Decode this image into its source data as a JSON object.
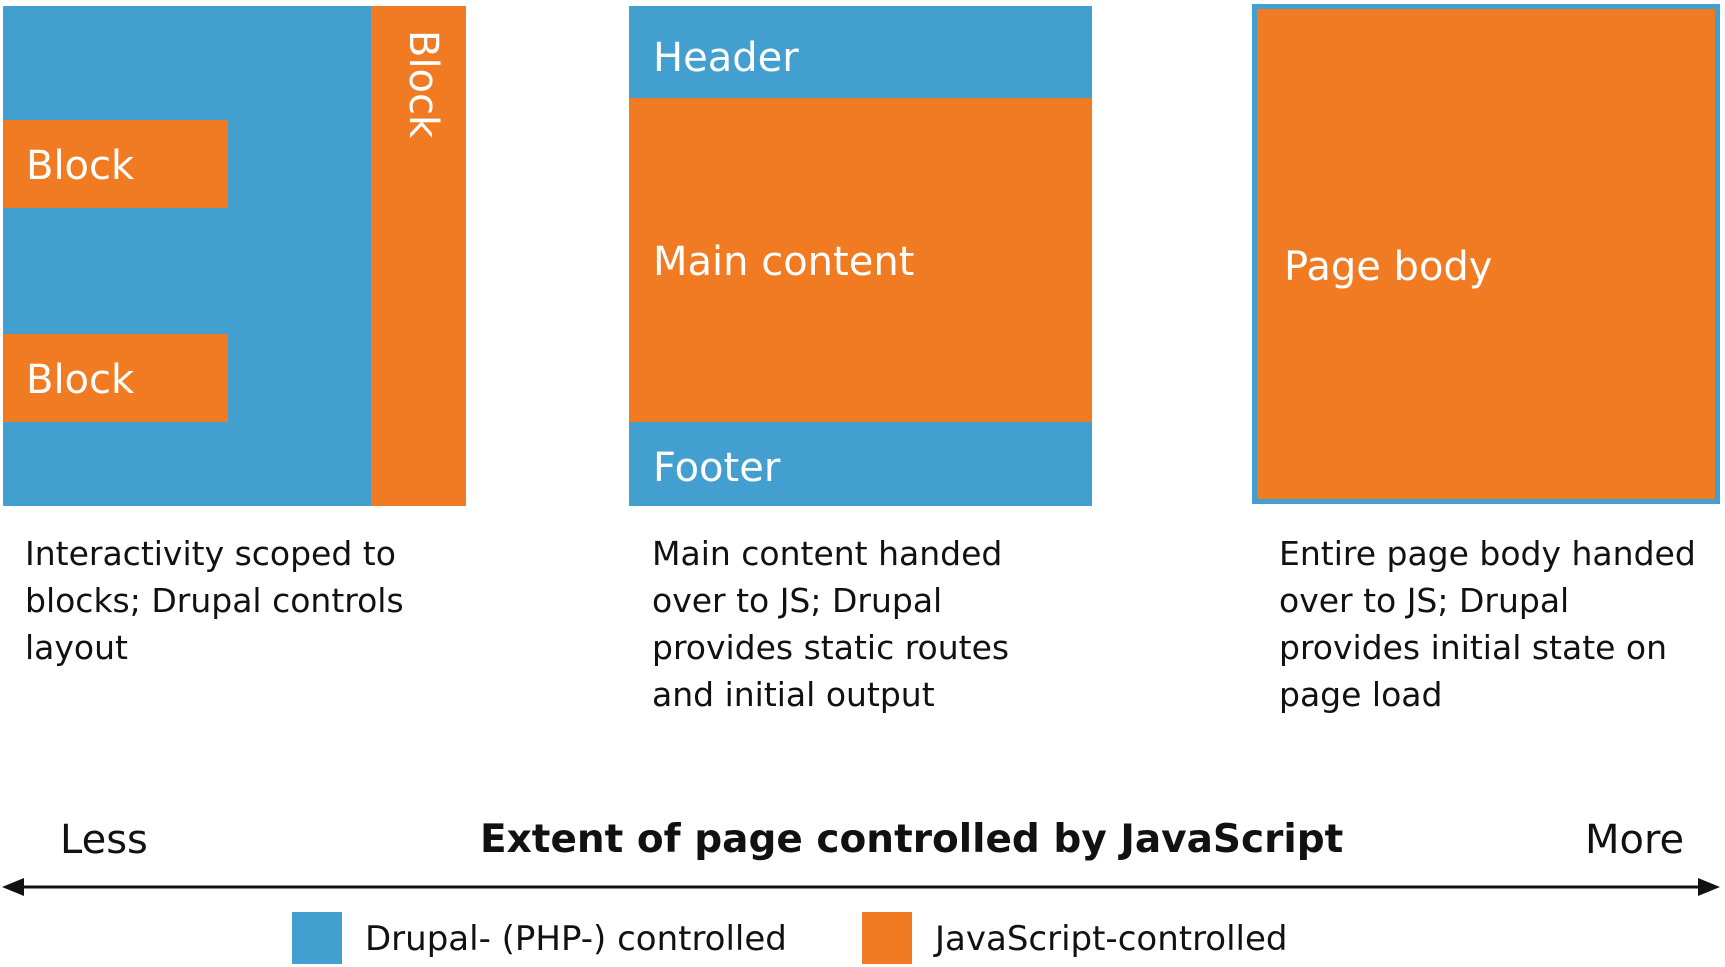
{
  "colors": {
    "drupal": "#439fcf",
    "javascript": "#f07b22"
  },
  "panel1": {
    "block_right_label": "Block",
    "block_top_label": "Block",
    "block_bottom_label": "Block",
    "description": "Interactivity scoped to blocks; Drupal controls layout"
  },
  "panel2": {
    "header_label": "Header",
    "main_label": "Main content",
    "footer_label": "Footer",
    "description": "Main content handed over to JS; Drupal provides static routes and initial output"
  },
  "panel3": {
    "body_label": "Page body",
    "description": "Entire page body handed over to JS; Drupal provides initial state on page load"
  },
  "axis": {
    "left_label": "Less",
    "title": "Extent of page controlled by JavaScript",
    "right_label": "More"
  },
  "legend": {
    "drupal_label": "Drupal- (PHP-) controlled",
    "javascript_label": "JavaScript-controlled"
  }
}
